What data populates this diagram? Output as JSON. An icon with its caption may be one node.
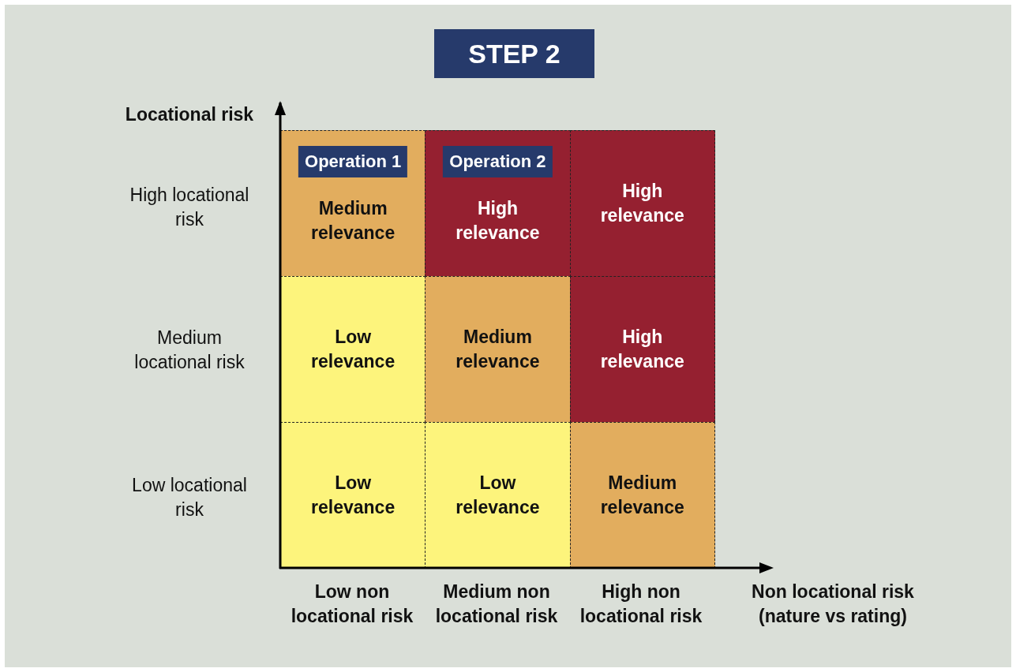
{
  "diagram": {
    "title": "STEP 2",
    "nodes": [
      {
        "text": [
          "Medium relevance"
        ]
      },
      {
        "text": [
          "Operation 1"
        ],
        "in": 0
      },
      {
        "text": [
          "High relevance"
        ]
      },
      {
        "text": [
          "Operation 2"
        ],
        "in": 2
      },
      {
        "text": [
          "High relevance"
        ]
      },
      {
        "text": [
          "Low relevance"
        ]
      },
      {
        "text": [
          "Medium relevance"
        ]
      },
      {
        "text": [
          "High relevance"
        ]
      },
      {
        "text": [
          "Low relevance"
        ]
      },
      {
        "text": [
          "Low relevance"
        ]
      },
      {
        "text": [
          "Medium relevance"
        ]
      }
    ],
    "labels": [
      "Locational risk",
      "High locational risk",
      "Medium locational risk",
      "Low locational risk",
      "Low non locational risk",
      "Medium non locational risk",
      "High non locational risk",
      "Non locational risk (nature vs rating)"
    ]
  }
}
